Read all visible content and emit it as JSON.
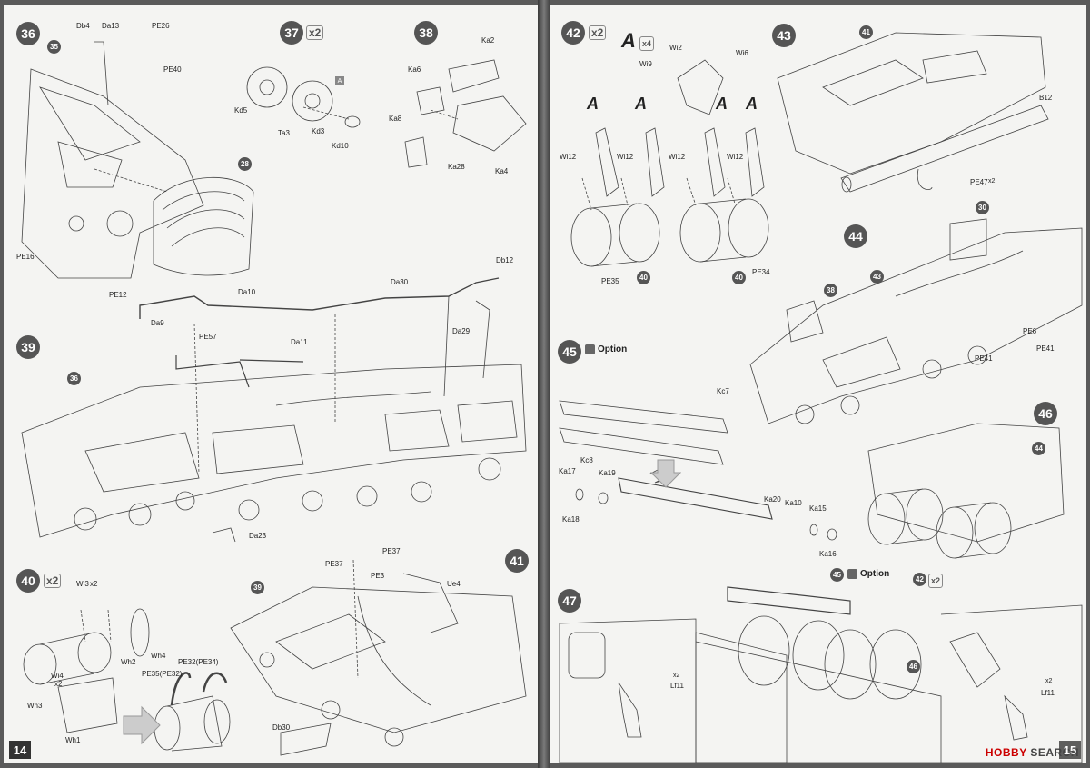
{
  "left_page": {
    "number": "14",
    "steps": [
      {
        "n": "36",
        "refs": [
          "35"
        ],
        "parts": [
          "Db4",
          "Da13",
          "PE26",
          "PE40",
          "28",
          "PE16",
          "PE12"
        ]
      },
      {
        "n": "37",
        "qty": "x2",
        "parts": [
          "Kd5",
          "Ta3",
          "Kd3",
          "Kd10"
        ]
      },
      {
        "n": "38",
        "parts": [
          "Ka2",
          "Ka6",
          "Ka8",
          "Ka28",
          "Ka4"
        ]
      },
      {
        "n": "39",
        "refs": [
          "36"
        ],
        "parts": [
          "Da10",
          "Da30",
          "Db12",
          "Da9",
          "PE57",
          "Da11",
          "Da29",
          "Da23"
        ]
      },
      {
        "n": "40",
        "qty": "x2",
        "parts": [
          "Wi3",
          "x2",
          "Wh2",
          "Wh4",
          "Wi4",
          "x2",
          "Wh3",
          "Wh1",
          "PE35(PE32)",
          "PE32(PE34)"
        ]
      },
      {
        "n": "41",
        "refs": [
          "39"
        ],
        "parts": [
          "PE37",
          "PE37",
          "PE3",
          "Ue4",
          "Db30"
        ]
      }
    ]
  },
  "right_page": {
    "number": "15",
    "watermark_left": "HOBBY",
    "watermark_right": "SEARCH",
    "steps": [
      {
        "n": "42",
        "qty": "x2",
        "sub": {
          "letter": "A",
          "qty": "x4"
        },
        "parts": [
          "Wi2",
          "Wi6",
          "Wi9",
          "A",
          "A",
          "A",
          "A",
          "Wi12",
          "Wi12",
          "Wi12",
          "Wi12",
          "PE35",
          "40",
          "40",
          "PE34"
        ]
      },
      {
        "n": "43",
        "refs": [
          "41"
        ],
        "parts": [
          "B12",
          "PE47",
          "x2"
        ]
      },
      {
        "n": "44",
        "refs": [
          "30",
          "38",
          "43"
        ],
        "parts": [
          "PE6",
          "PE41",
          "PE41"
        ]
      },
      {
        "n": "45",
        "option": "Option",
        "parts": [
          "Kc7",
          "Kc8",
          "Ka17",
          "Ka19",
          "Ka18",
          "Ka20",
          "Ka10",
          "Ka15",
          "Ka16"
        ]
      },
      {
        "n": "46",
        "refs": [
          "44",
          "42"
        ],
        "ref_qty": "x2"
      },
      {
        "n": "47",
        "refs": [
          "45",
          "46"
        ],
        "option": "Option",
        "parts": [
          "x2",
          "Lf11",
          "x2",
          "Lf11"
        ]
      }
    ]
  },
  "colors": {
    "paper": "#f4f4f2",
    "ink": "#222222",
    "badge": "#555555",
    "background": "#5a5a5a"
  }
}
